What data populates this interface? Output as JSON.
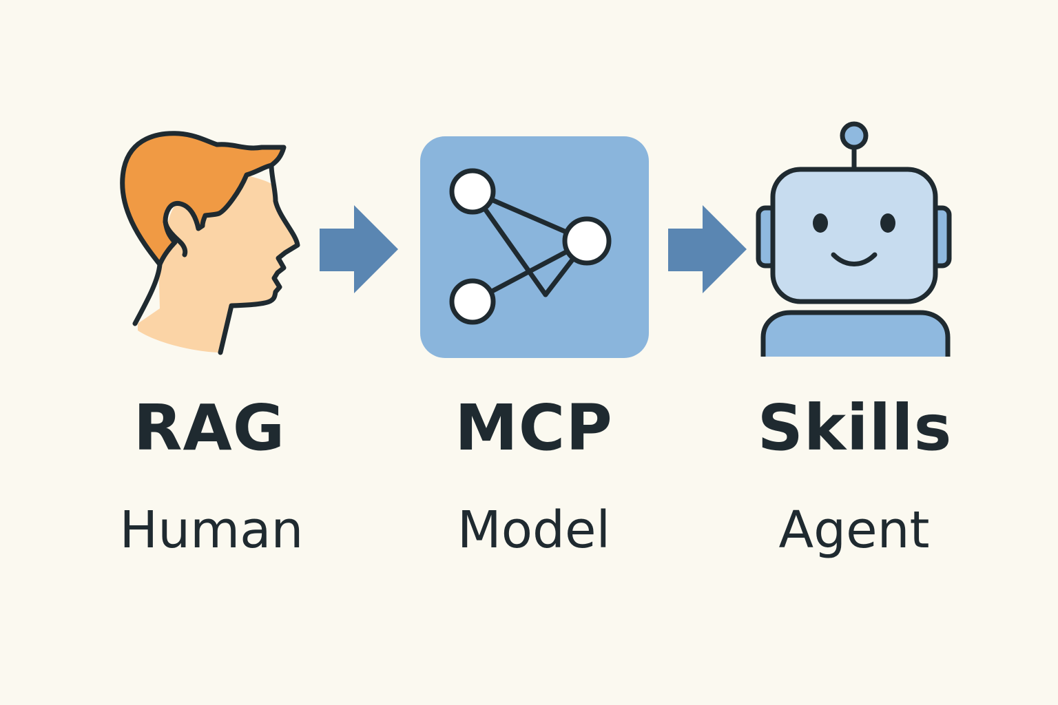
{
  "colors": {
    "background": "#fbf9f0",
    "text": "#1f2a30",
    "outline": "#1f2a30",
    "arrow": "#5a86b2",
    "hair": "#f09a44",
    "skin": "#fbd4a6",
    "network_box": "#8ab5dc",
    "robot_head": "#c7dcef",
    "robot_body": "#8fb9df",
    "node_fill": "#ffffff"
  },
  "stages": [
    {
      "title": "RAG",
      "subtitle": "Human",
      "icon": "human-head-icon"
    },
    {
      "title": "MCP",
      "subtitle": "Model",
      "icon": "network-graph-icon"
    },
    {
      "title": "Skills",
      "subtitle": "Agent",
      "icon": "robot-icon"
    }
  ],
  "connectors": [
    {
      "from": 0,
      "to": 1,
      "icon": "arrow-right-icon"
    },
    {
      "from": 1,
      "to": 2,
      "icon": "arrow-right-icon"
    }
  ]
}
